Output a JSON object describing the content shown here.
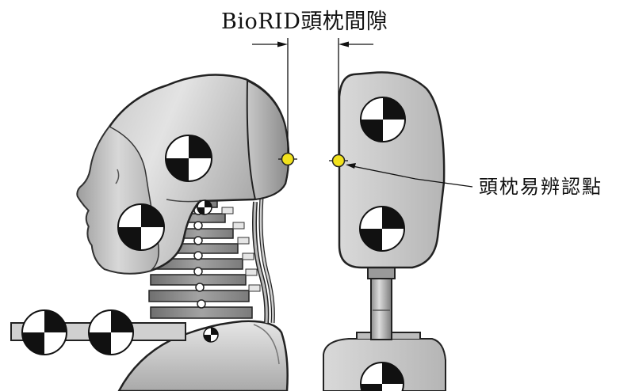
{
  "annotations": {
    "gap_label": "BioRID頭枕間隙",
    "point_label": "頭枕易辨認點"
  },
  "colors": {
    "dummy_fill": "#a9a9a9",
    "dummy_highlight": "#e6e6e6",
    "outline": "#222222",
    "headrest_fill": "#c6c6c6",
    "marker_yellow": "#f2e21c",
    "target_dark": "#111111",
    "target_light": "#ffffff"
  },
  "icons": {
    "head_marker": "yellow-dot-crosshair",
    "headrest_marker": "yellow-dot-crosshair",
    "targets": "quartered-calibration-target"
  }
}
